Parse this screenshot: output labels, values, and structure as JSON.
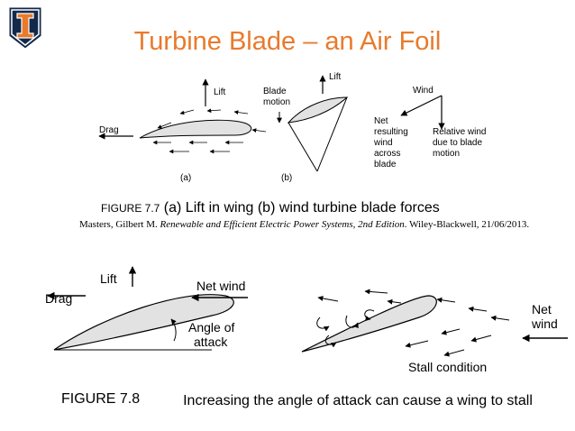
{
  "slide": {
    "title": "Turbine Blade – an Air Foil",
    "logo_icon": "illinois-block-i-logo",
    "accent_color": "#e87a2c",
    "logo_color": "#13294b"
  },
  "figure_7_7": {
    "labels": {
      "lift_a": "Lift",
      "drag": "Drag",
      "panel_a": "(a)",
      "blade_motion_1": "Blade",
      "blade_motion_2": "motion",
      "lift_b": "Lift",
      "panel_b": "(b)",
      "wind": "Wind",
      "net_1": "Net",
      "net_2": "resulting",
      "net_3": "wind",
      "net_4": "across",
      "net_5": "blade",
      "rel_1": "Relative wind",
      "rel_2": "due to blade",
      "rel_3": "motion"
    },
    "caption_prefix": "FIGURE 7.7",
    "caption_text": " (a) Lift in wing    (b) wind turbine blade forces",
    "source_author": "Masters, Gilbert M. ",
    "source_title": "Renewable and Efficient Electric Power Systems,  2nd Edition",
    "source_rest": ". Wiley-Blackwell, 21/06/2013."
  },
  "figure_7_8": {
    "labels": {
      "lift": "Lift",
      "drag": "Drag",
      "net_wind_left": "Net wind",
      "angle_1": "Angle of",
      "angle_2": "attack",
      "net_wind_right_1": "Net",
      "net_wind_right_2": "wind",
      "stall": "Stall condition"
    },
    "caption_prefix": "FIGURE 7.8",
    "caption_text": "Increasing the angle of attack can cause a wing to stall"
  }
}
